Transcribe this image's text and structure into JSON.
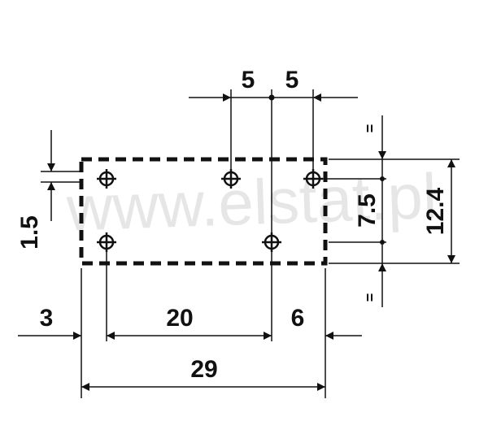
{
  "watermark": "www.elstat.pl",
  "colors": {
    "line": "#111111",
    "background": "#ffffff",
    "watermark": "#e6e6e6"
  },
  "dimensions": {
    "top_left_pitch": "5",
    "top_right_pitch": "5",
    "left_margin": "3",
    "pin_span": "20",
    "right_offset": "6",
    "overall_length": "29",
    "pin_row_offset": "1.5",
    "row_spacing": "7.5",
    "overall_width": "12.4",
    "equal_mark_top": "=",
    "equal_mark_bottom": "="
  }
}
